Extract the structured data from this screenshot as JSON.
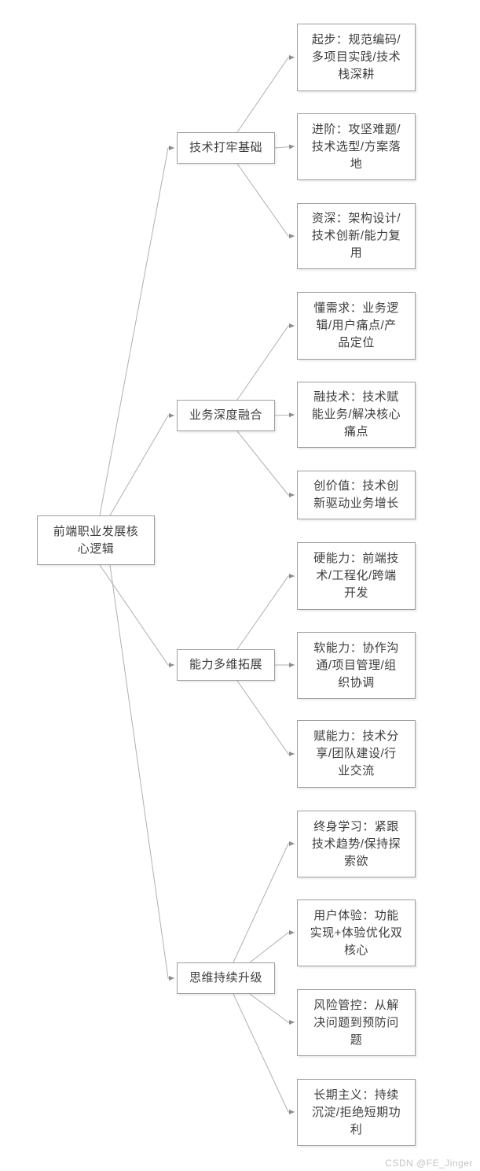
{
  "diagram": {
    "root": {
      "label": "前端职业发展核心逻辑",
      "lines": [
        "前端职业发展核",
        "心逻辑"
      ]
    },
    "branches": [
      {
        "label": "技术打牢基础",
        "children": [
          {
            "label": "起步：规范编码/多项目实践/技术栈深耕",
            "lines": [
              "起步：规范编码/",
              "多项目实践/技术",
              "栈深耕"
            ]
          },
          {
            "label": "进阶：攻坚难题/技术选型/方案落地",
            "lines": [
              "进阶：攻坚难题/",
              "技术选型/方案落",
              "地"
            ]
          },
          {
            "label": "资深：架构设计/技术创新/能力复用",
            "lines": [
              "资深：架构设计/",
              "技术创新/能力复",
              "用"
            ]
          }
        ]
      },
      {
        "label": "业务深度融合",
        "children": [
          {
            "label": "懂需求：业务逻辑/用户痛点/产品定位",
            "lines": [
              "懂需求：业务逻",
              "辑/用户痛点/产",
              "品定位"
            ]
          },
          {
            "label": "融技术：技术赋能业务/解决核心痛点",
            "lines": [
              "融技术：技术赋",
              "能业务/解决核心",
              "痛点"
            ]
          },
          {
            "label": "创价值：技术创新驱动业务增长",
            "lines": [
              "创价值：技术创",
              "新驱动业务增长"
            ]
          }
        ]
      },
      {
        "label": "能力多维拓展",
        "children": [
          {
            "label": "硬能力：前端技术/工程化/跨端开发",
            "lines": [
              "硬能力：前端技",
              "术/工程化/跨端",
              "开发"
            ]
          },
          {
            "label": "软能力：协作沟通/项目管理/组织协调",
            "lines": [
              "软能力：协作沟",
              "通/项目管理/组",
              "织协调"
            ]
          },
          {
            "label": "赋能力：技术分享/团队建设/行业交流",
            "lines": [
              "赋能力：技术分",
              "享/团队建设/行",
              "业交流"
            ]
          }
        ]
      },
      {
        "label": "思维持续升级",
        "children": [
          {
            "label": "终身学习：紧跟技术趋势/保持探索欲",
            "lines": [
              "终身学习：紧跟",
              "技术趋势/保持探",
              "索欲"
            ]
          },
          {
            "label": "用户体验：功能实现+体验优化双核心",
            "lines": [
              "用户体验：功能",
              "实现+体验优化双",
              "核心"
            ]
          },
          {
            "label": "风险管控：从解决问题到预防问题",
            "lines": [
              "风险管控：从解",
              "决问题到预防问",
              "题"
            ]
          },
          {
            "label": "长期主义：持续沉淀/拒绝短期功利",
            "lines": [
              "长期主义：持续",
              "沉淀/拒绝短期功",
              "利"
            ]
          }
        ]
      }
    ]
  },
  "watermark": {
    "text": "CSDN @FE_Jinger"
  },
  "colors": {
    "background": "#ffffff",
    "node_border": "#9e9e9e",
    "node_text": "#3d3d3d",
    "edge_line": "#b0b0b0",
    "arrowhead": "#8c8c8c",
    "watermark_text": "#c4c4c4"
  }
}
